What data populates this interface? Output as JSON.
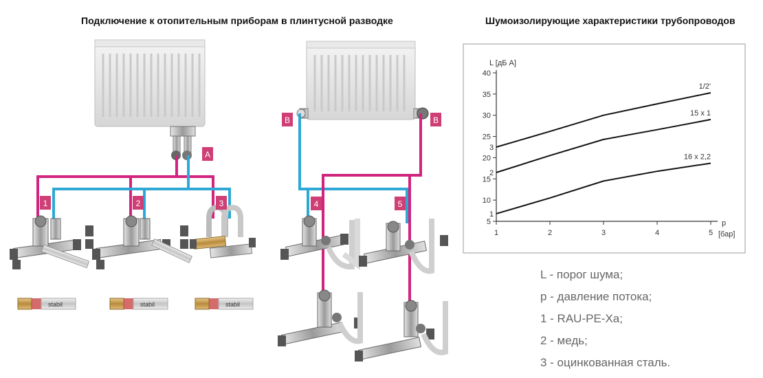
{
  "left_title": "Подключение к отопительным приборам в плинтусной разводке",
  "right_title": "Шумоизолирующие характеристики трубопроводов",
  "diagram": {
    "badge_labels": [
      "A",
      "B",
      "B",
      "1",
      "2",
      "3",
      "4",
      "5"
    ],
    "pipe_label": "stabil",
    "colors": {
      "supply": "#d1247e",
      "return": "#2ea8d4",
      "badge": "#cf3f75",
      "radiator": "#dedede",
      "fitting": "#8a8a8a"
    }
  },
  "legend": [
    "L - порог шума;",
    "p - давление потока;",
    "1 - RAU-PE-Xa;",
    "2 - медь;",
    "3 - оцинкованная сталь."
  ],
  "chart_data": {
    "type": "line",
    "title": "Шумоизолирующие характеристики трубопроводов",
    "ylabel": "L [дБ А]",
    "xlabel": "p",
    "xunit": "[бар]",
    "x": [
      1,
      2,
      3,
      4,
      5
    ],
    "xlim": [
      1,
      5
    ],
    "ylim": [
      5,
      40
    ],
    "yticks": [
      5,
      10,
      15,
      20,
      25,
      30,
      35,
      40
    ],
    "xticks": [
      1,
      2,
      3,
      4,
      5
    ],
    "grid": false,
    "series": [
      {
        "name": "1/2'",
        "index_label": "3",
        "values": [
          22.5,
          26.2,
          30,
          32.7,
          35.3
        ]
      },
      {
        "name": "15 x 1",
        "index_label": "2",
        "values": [
          16.5,
          20.5,
          24.3,
          26.6,
          29
        ]
      },
      {
        "name": "16 x 2,2",
        "index_label": "1",
        "values": [
          6.8,
          10.5,
          14.5,
          16.8,
          18.7
        ]
      }
    ]
  }
}
